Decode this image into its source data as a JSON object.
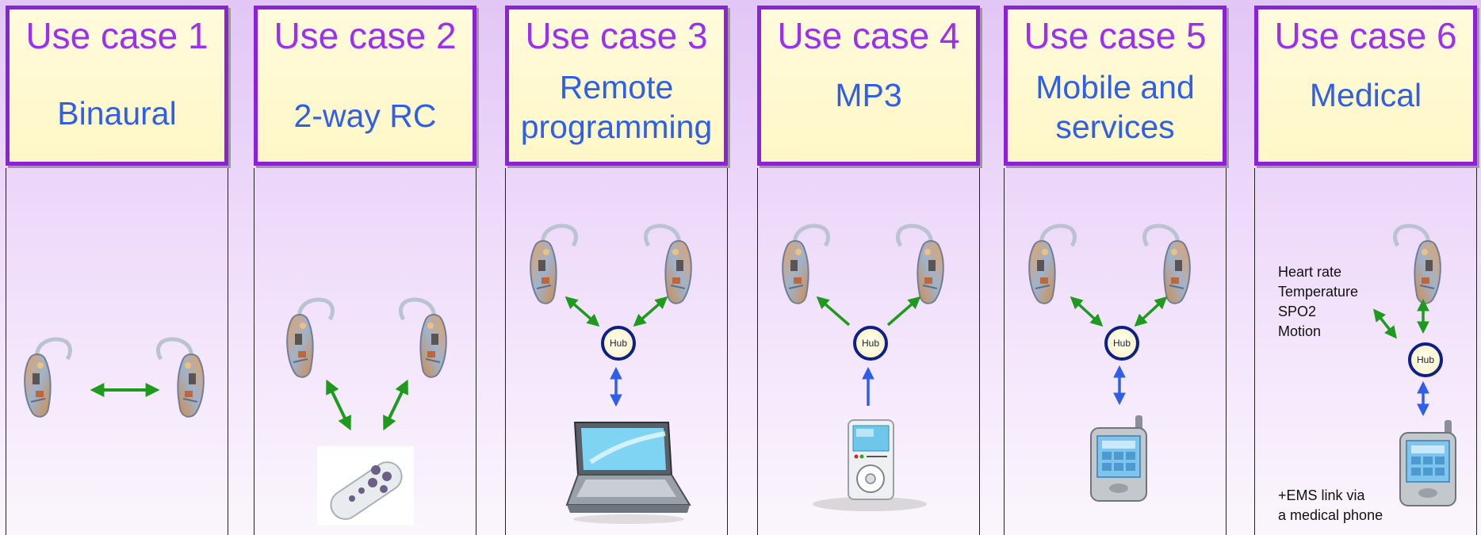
{
  "columns": [
    {
      "title": "Use case 1",
      "subtitle": [
        "Binaural"
      ]
    },
    {
      "title": "Use case 2",
      "subtitle": [
        "2-way RC"
      ]
    },
    {
      "title": "Use case 3",
      "subtitle": [
        "Remote",
        "programming"
      ]
    },
    {
      "title": "Use case 4",
      "subtitle": [
        "MP3"
      ]
    },
    {
      "title": "Use case 5",
      "subtitle": [
        "Mobile and",
        "services"
      ]
    },
    {
      "title": "Use case 6",
      "subtitle": [
        "Medical"
      ]
    }
  ],
  "hub_label": "Hub",
  "medical": {
    "sensors": [
      "Heart rate",
      "Temperature",
      "SPO2",
      "Motion"
    ],
    "ems": [
      "+EMS link via",
      "a medical phone"
    ]
  },
  "colors": {
    "frame": "#8d21d6",
    "title": "#9b30ef",
    "subtitle": "#2f5fe8",
    "green_arrow": "#1e9a1e",
    "blue_arrow": "#2f5fe8",
    "hub_ring": "#0e1f88"
  },
  "icons": [
    "hearing-aid-icon",
    "remote-control-icon",
    "laptop-icon",
    "mp3-player-icon",
    "pda-phone-icon"
  ]
}
